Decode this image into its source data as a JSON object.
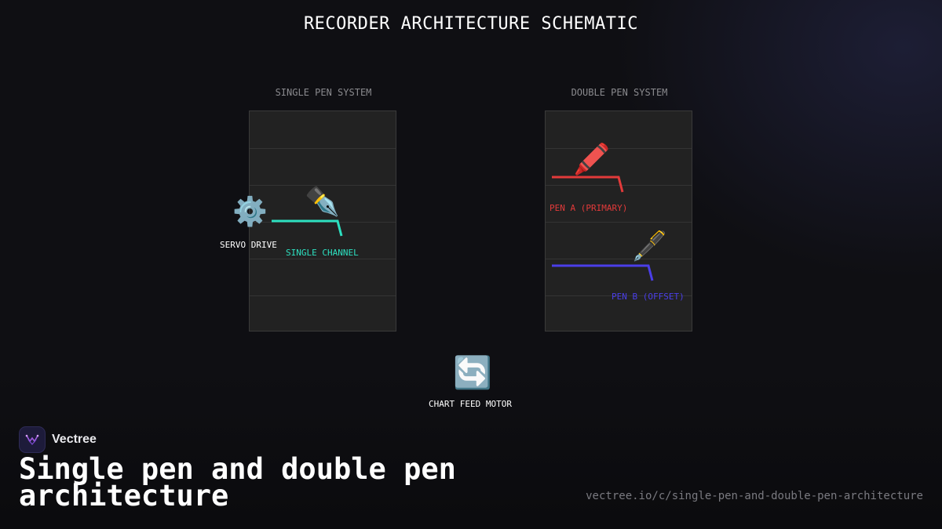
{
  "diagram": {
    "title": "RECORDER ARCHITECTURE SCHEMATIC",
    "single_system": {
      "label": "SINGLE PEN SYSTEM",
      "servo_label": "SERVO DRIVE",
      "servo_icon": "gear-icon",
      "pen_icon": "fountain-pen-icon",
      "channel_label": "SINGLE CHANNEL",
      "channel_color": "#2de0c0"
    },
    "double_system": {
      "label": "DOUBLE PEN SYSTEM",
      "pen_a": {
        "label": "PEN A (PRIMARY)",
        "icon": "crayon-icon",
        "color": "#e23a3a"
      },
      "pen_b": {
        "label": "PEN B (OFFSET)",
        "icon": "pen-icon",
        "color": "#4a3ee8"
      }
    },
    "motor": {
      "label": "CHART FEED MOTOR",
      "icon": "refresh-icon"
    }
  },
  "footer": {
    "brand": "Vectree",
    "headline": "Single pen and double pen architecture",
    "url": "vectree.io/c/single-pen-and-double-pen-architecture"
  }
}
